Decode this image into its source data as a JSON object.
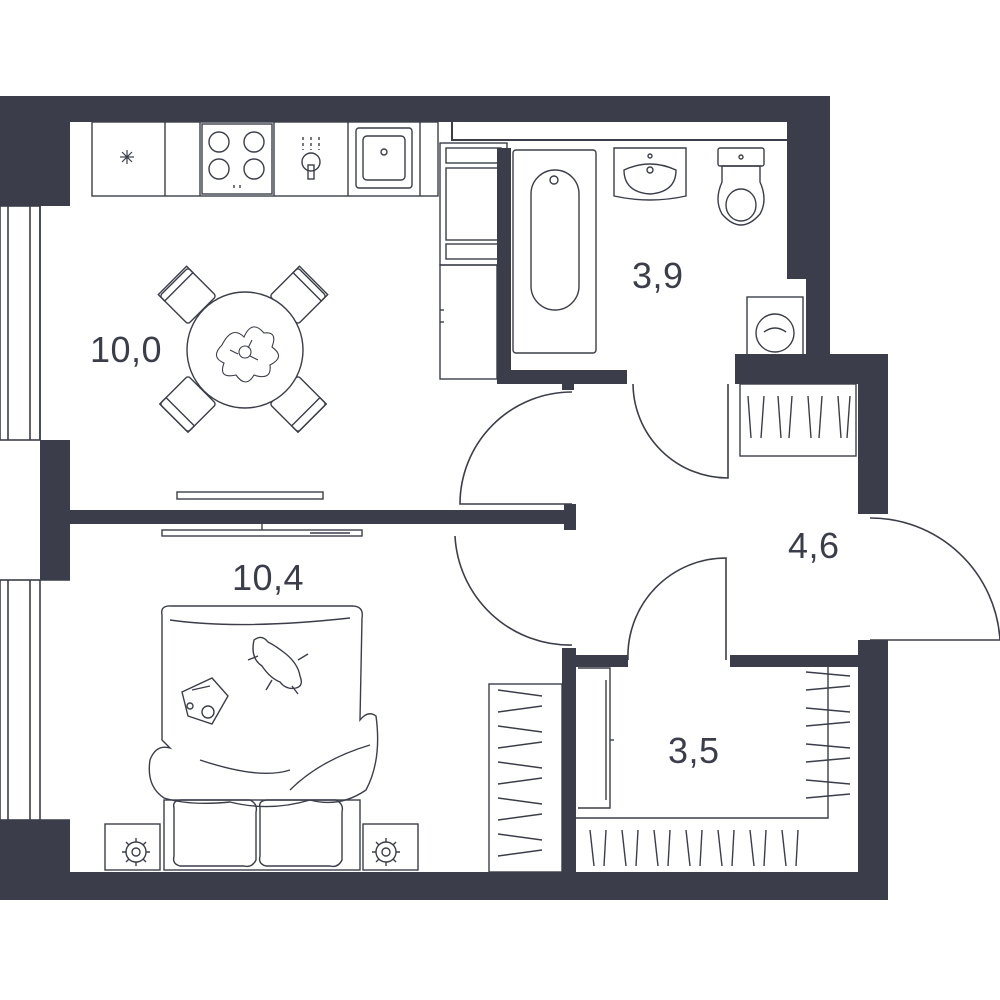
{
  "colors": {
    "wall": "#3b3e4a",
    "line": "#3b3e4a",
    "background": "#ffffff"
  },
  "rooms": {
    "kitchen": {
      "area": "10,0"
    },
    "bedroom": {
      "area": "10,4"
    },
    "bathroom": {
      "area": "3,9"
    },
    "hall": {
      "area": "4,6"
    },
    "storage": {
      "area": "3,5"
    }
  },
  "icons": [
    "dining-table-icon",
    "chair-icon",
    "stove-icon",
    "sink-icon",
    "faucet-icon",
    "bathtub-icon",
    "washbasin-icon",
    "toilet-icon",
    "washing-machine-icon",
    "bed-icon",
    "pillow-icon",
    "blanket-icon",
    "nightstand-icon",
    "tv-icon",
    "wardrobe-icon",
    "fridge-icon"
  ]
}
